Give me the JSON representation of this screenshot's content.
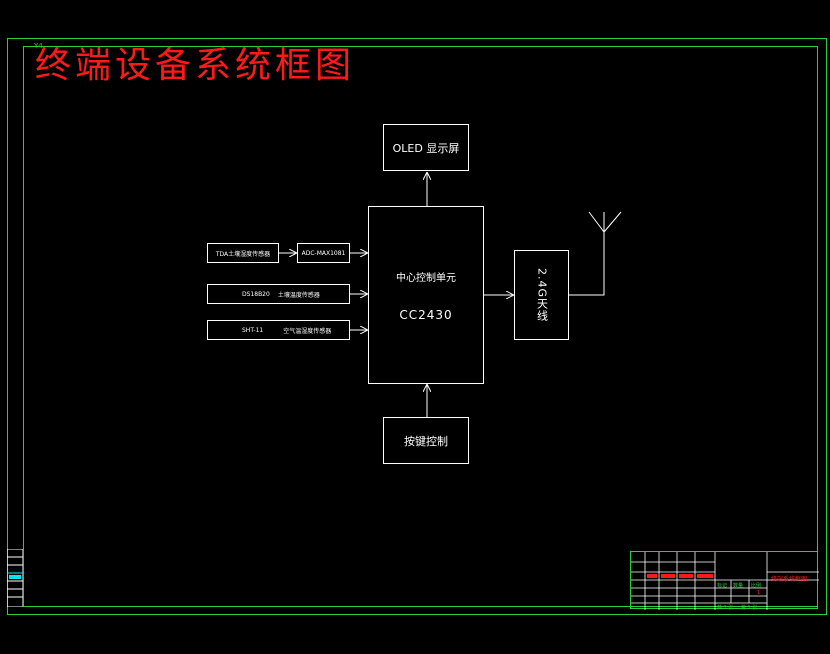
{
  "title": "终端设备系统框图",
  "sheet_id": "Y4",
  "blocks": {
    "oled": "OLED 显示屏",
    "mcu_name": "中心控制单元",
    "mcu_chip": "CC2430",
    "radio": "2.4G天线",
    "keys": "按键控制",
    "tda_sensor": "TDA土壤湿度传感器",
    "adc": "ADC-MAX1081",
    "ds18b20_name": "DS18B20",
    "ds18b20_desc": "土壤温度传感器",
    "sht11_name": "SHT-11",
    "sht11_desc": "空气温湿度传感器"
  },
  "title_block": {
    "drawing_name": "终端系统框图",
    "stage_marks": [
      "标记",
      "数量",
      "比例"
    ],
    "qty": "1",
    "sheet": "第 1 张",
    "total": "共 1 张"
  },
  "colors": {
    "frame": "#2ecc40",
    "title": "#ff1a1a",
    "lines": "#ffffff",
    "accent_red": "#ff1a1a"
  }
}
